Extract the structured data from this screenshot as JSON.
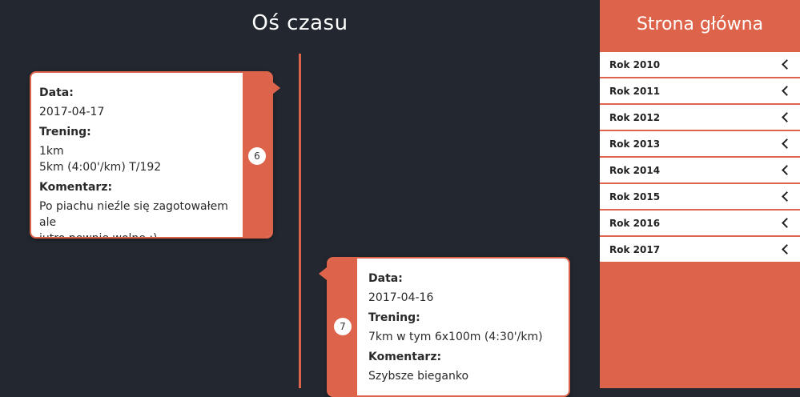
{
  "page": {
    "title": "Oś czasu"
  },
  "timeline": {
    "entries": [
      {
        "number": "6",
        "date_label": "Data:",
        "date": "2017-04-17",
        "training_label": "Trening:",
        "training_lines": [
          "1km",
          "5km (4:00'/km) T/192"
        ],
        "comment_label": "Komentarz:",
        "comment_lines": [
          "Po piachu nieźle się zagotowałem ale",
          "jutro pewnie wolne ;)"
        ]
      },
      {
        "number": "7",
        "date_label": "Data:",
        "date": "2017-04-16",
        "training_label": "Trening:",
        "training_lines": [
          "7km w tym 6x100m (4:30'/km)"
        ],
        "comment_label": "Komentarz:",
        "comment_lines": [
          "Szybsze bieganko"
        ]
      }
    ]
  },
  "sidebar": {
    "title": "Strona główna",
    "items": [
      {
        "label": "Rok 2010",
        "icon": "chevron-left-icon"
      },
      {
        "label": "Rok 2011",
        "icon": "chevron-left-icon"
      },
      {
        "label": "Rok 2012",
        "icon": "chevron-left-icon"
      },
      {
        "label": "Rok 2013",
        "icon": "chevron-left-icon"
      },
      {
        "label": "Rok 2014",
        "icon": "chevron-left-icon"
      },
      {
        "label": "Rok 2015",
        "icon": "chevron-left-icon"
      },
      {
        "label": "Rok 2016",
        "icon": "chevron-left-icon"
      },
      {
        "label": "Rok 2017",
        "icon": "chevron-left-icon"
      }
    ]
  },
  "colors": {
    "background": "#232830",
    "accent": "#dd634a",
    "card": "#ffffff"
  }
}
